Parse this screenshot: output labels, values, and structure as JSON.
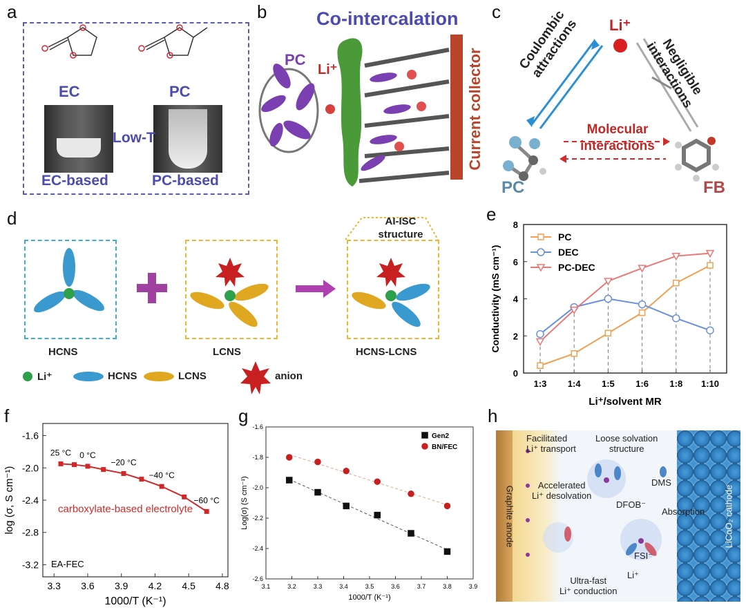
{
  "panel_labels": {
    "a": "a",
    "b": "b",
    "c": "c",
    "d": "d",
    "e": "e",
    "f": "f",
    "g": "g",
    "h": "h"
  },
  "panel_a": {
    "mol1": "EC",
    "mol2": "PC",
    "middle": "Low-T",
    "vial1": "EC-based",
    "vial2": "PC-based"
  },
  "panel_b": {
    "title": "Co-intercalation",
    "pc": "PC",
    "li": "Li⁺",
    "collector": "Current collector"
  },
  "panel_c": {
    "li": "Li⁺",
    "left_arrow": [
      "Coulombic",
      "attractions"
    ],
    "right_arrow": [
      "Negligible",
      "interactions"
    ],
    "bottom": [
      "Molecular",
      "interactions"
    ],
    "pc": "PC",
    "fb": "FB"
  },
  "panel_d": {
    "box1": "HCNS",
    "box2": "LCNS",
    "box3": "HCNS-LCNS",
    "box3_title": [
      "AI-ISC",
      "structure"
    ],
    "legend": {
      "li": "Li⁺",
      "hcns": "HCNS",
      "lcns": "LCNS",
      "anion": "anion"
    }
  },
  "panel_h": {
    "anode": "Graphite anode",
    "cathode": "LiCoO₂ cathode",
    "t1": [
      "Facilitated",
      "Li⁺ transport"
    ],
    "t2": [
      "Loose solvation",
      "structure"
    ],
    "t3": "DMS",
    "t4": [
      "Accelerated",
      "Li⁺ desolvation"
    ],
    "t5": "DFOB⁻",
    "t6": "Absorption",
    "t7": "FSI⁻",
    "t8": "Li⁺",
    "t9": [
      "Ultra-fast",
      "Li⁺ conduction"
    ]
  },
  "chart_data": [
    {
      "id": "e",
      "type": "line",
      "categories": [
        "1:3",
        "1:4",
        "1:5",
        "1:6",
        "1:8",
        "1:10"
      ],
      "xlabel": "Li⁺/solvent MR",
      "ylabel": "Conductivity (mS cm⁻¹)",
      "ylim": [
        0,
        8
      ],
      "yticks": [
        "0",
        "2",
        "4",
        "6",
        "8"
      ],
      "legend": "top-left",
      "series": [
        {
          "name": "PC",
          "color": "#f0a050",
          "marker": "square",
          "values": [
            0.4,
            1.05,
            2.15,
            3.25,
            4.85,
            5.8
          ]
        },
        {
          "name": "DEC",
          "color": "#6a8fdc",
          "marker": "circle",
          "values": [
            2.1,
            3.55,
            4.0,
            3.7,
            2.95,
            2.3
          ]
        },
        {
          "name": "PC-DEC",
          "color": "#e87878",
          "marker": "triangle-down",
          "values": [
            1.7,
            3.4,
            4.95,
            5.65,
            6.3,
            6.45
          ]
        }
      ]
    },
    {
      "id": "f",
      "type": "line",
      "xlabel": "1000/T (K⁻¹)",
      "ylabel": "log (σ, S cm⁻¹)",
      "xlim": [
        3.2,
        4.85
      ],
      "ylim": [
        -3.35,
        -1.45
      ],
      "xticks": [
        "3.3",
        "3.6",
        "3.9",
        "4.2",
        "4.5",
        "4.8"
      ],
      "yticks": [
        "-1.6",
        "-2.0",
        "-2.4",
        "-2.8",
        "-3.2"
      ],
      "annotation": "carboxylate-based electrolyte",
      "corner_label": "EA-FEC",
      "temp_labels": [
        "25 °C",
        "0 °C",
        "−20 °C",
        "−40 °C",
        "−60 °C"
      ],
      "series": [
        {
          "color": "#d02828",
          "x": [
            3.36,
            3.48,
            3.6,
            3.74,
            3.92,
            4.08,
            4.26,
            4.46,
            4.66
          ],
          "values": [
            -1.95,
            -1.96,
            -1.98,
            -2.02,
            -2.07,
            -2.14,
            -2.23,
            -2.36,
            -2.54
          ]
        }
      ]
    },
    {
      "id": "g",
      "type": "scatter",
      "xlabel": "1000/T (K⁻¹)",
      "ylabel": "Log(σ) (S cm⁻¹)",
      "xlim": [
        3.1,
        3.9
      ],
      "ylim": [
        -2.6,
        -1.6
      ],
      "xticks": [
        "3.1",
        "3.2",
        "3.3",
        "3.4",
        "3.5",
        "3.6",
        "3.7",
        "3.8",
        "3.9"
      ],
      "yticks": [
        "-1.6",
        "-1.8",
        "-2.0",
        "-2.2",
        "-2.4",
        "-2.6"
      ],
      "legend": "top-right",
      "series": [
        {
          "name": "Gen2",
          "color": "#111111",
          "marker": "square",
          "x": [
            3.19,
            3.3,
            3.41,
            3.53,
            3.66,
            3.8
          ],
          "values": [
            -1.95,
            -2.03,
            -2.12,
            -2.18,
            -2.3,
            -2.42
          ]
        },
        {
          "name": "BN/FEC",
          "color": "#c81e1e",
          "marker": "circle",
          "x": [
            3.19,
            3.3,
            3.41,
            3.53,
            3.66,
            3.8
          ],
          "values": [
            -1.8,
            -1.83,
            -1.89,
            -1.96,
            -2.04,
            -2.12
          ]
        }
      ]
    }
  ]
}
